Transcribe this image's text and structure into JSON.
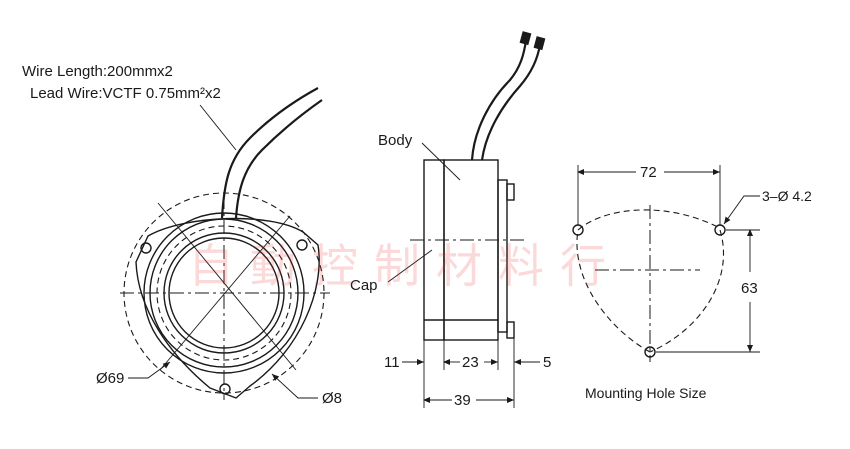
{
  "labels": {
    "wire_length": "Wire Length:200mmx2",
    "lead_wire": "Lead Wire:VCTF 0.75mm²x2",
    "body": "Body",
    "cap": "Cap",
    "mounting_hole_size": "Mounting Hole Size"
  },
  "dimensions": {
    "outer_diameter": "Ø69",
    "bore_diameter": "Ø8",
    "cap_thickness": "11",
    "body_thickness": "23",
    "flange": "5",
    "total_length": "39",
    "hole_spacing": "72",
    "hole_height": "63",
    "holes": "3–Ø 4.2"
  },
  "watermark": "自動控制材料行",
  "colors": {
    "line": "#1a1a1a",
    "watermark": "#e33333"
  }
}
